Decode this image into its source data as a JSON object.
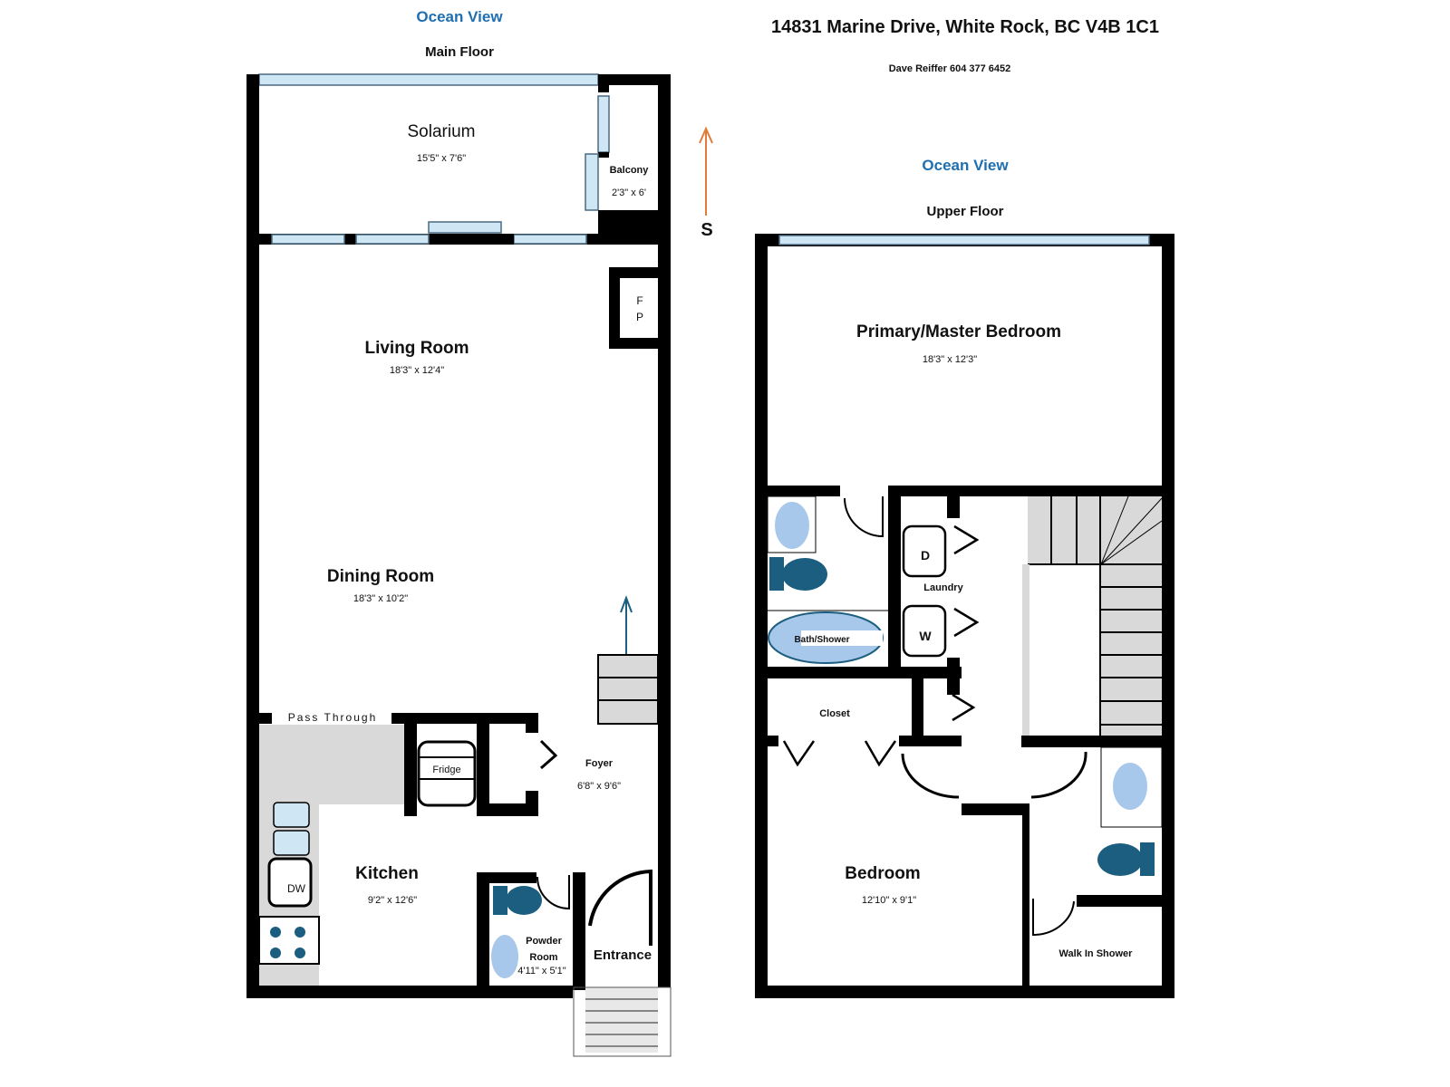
{
  "address": "14831 Marine Drive, White Rock, BC V4B 1C1",
  "agent": "Dave Reiffer 604 377 6452",
  "compass_label": "S",
  "colors": {
    "accent": "#1f6fb0",
    "fixture_dark": "#1b5e80",
    "fixture_light": "#a7c8ea",
    "arrow": "#e07b39"
  },
  "main_floor": {
    "view_label": "Ocean View",
    "title": "Main Floor",
    "rooms": {
      "solarium": {
        "name": "Solarium",
        "size": "15'5\" x 7'6\""
      },
      "balcony": {
        "name": "Balcony",
        "size": "2'3\" x 6'"
      },
      "fireplace": {
        "line1": "F",
        "line2": "P"
      },
      "living": {
        "name": "Living Room",
        "size": "18'3\" x 12'4\""
      },
      "dining": {
        "name": "Dining Room",
        "size": "18'3\" x 10'2\""
      },
      "pass_through": "Pass Through",
      "fridge": "Fridge",
      "foyer": {
        "name": "Foyer",
        "size": "6'8\" x 9'6\""
      },
      "dishwasher": "DW",
      "kitchen": {
        "name": "Kitchen",
        "size": "9'2\" x 12'6\""
      },
      "powder": {
        "line1": "Powder",
        "line2": "Room",
        "size": "4'11\" x 5'1\""
      },
      "entrance": "Entrance"
    }
  },
  "upper_floor": {
    "view_label": "Ocean View",
    "title": "Upper Floor",
    "rooms": {
      "primary": {
        "name": "Primary/Master Bedroom",
        "size": "18'3\" x 12'3\""
      },
      "bath": "Bath/Shower",
      "dryer": "D",
      "washer": "W",
      "laundry": "Laundry",
      "closet": "Closet",
      "bedroom": {
        "name": "Bedroom",
        "size": "12'10\" x 9'1\""
      },
      "walk_in_shower": "Walk In Shower"
    }
  }
}
